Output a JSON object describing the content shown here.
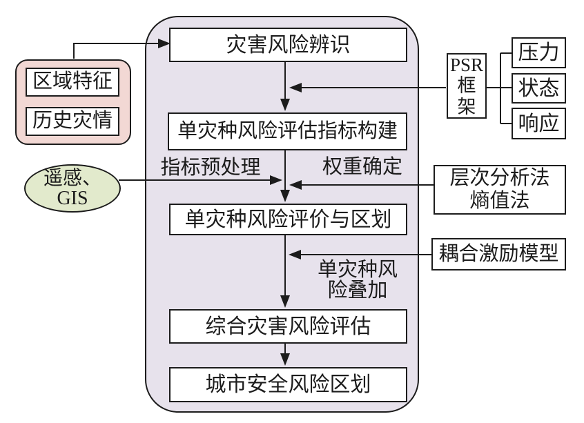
{
  "colors": {
    "container-fill": "#e7e2ec",
    "pink-fill": "#f2d8d4",
    "green-fill": "#e2eacc",
    "box-fill": "#ffffff",
    "line-color": "#1c1c1c"
  },
  "flow": {
    "steps": [
      "灾害风险辨识",
      "单灾种风险评估指标构建",
      "单灾种风险评价与区划",
      "综合灾害风险评估",
      "城市安全风险区划"
    ]
  },
  "left_inputs": {
    "region_box1": "区域特征",
    "region_box2": "历史灾情",
    "gis_line1": "遥感、",
    "gis_line2": "GIS"
  },
  "psr": {
    "line1": "PSR",
    "line2": "框",
    "line3": "架",
    "items": [
      "压力",
      "状态",
      "响应"
    ]
  },
  "methods": {
    "ahp_line1": "层次分析法",
    "ahp_line2": "熵值法",
    "coupling": "耦合激励模型"
  },
  "edge_labels": {
    "preprocess": "指标预处理",
    "weight": "权重确定",
    "superpose_line1": "单灾种风",
    "superpose_line2": "险叠加"
  }
}
